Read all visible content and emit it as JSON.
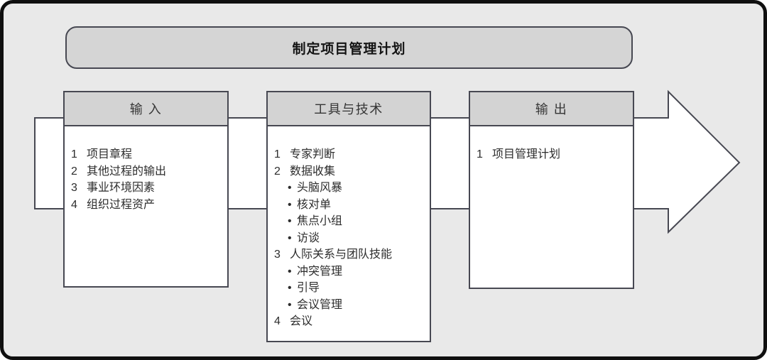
{
  "title": "制定项目管理计划",
  "columns": [
    {
      "id": "inputs",
      "header": "输 入",
      "items": [
        {
          "num": "1",
          "text": "项目章程"
        },
        {
          "num": "2",
          "text": "其他过程的输出"
        },
        {
          "num": "3",
          "text": "事业环境因素"
        },
        {
          "num": "4",
          "text": "组织过程资产"
        }
      ]
    },
    {
      "id": "tools",
      "header": "工具与技术",
      "items": [
        {
          "num": "1",
          "text": "专家判断"
        },
        {
          "num": "2",
          "text": "数据收集"
        },
        {
          "bullet": true,
          "text": "头脑风暴"
        },
        {
          "bullet": true,
          "text": "核对单"
        },
        {
          "bullet": true,
          "text": "焦点小组"
        },
        {
          "bullet": true,
          "text": "访谈"
        },
        {
          "num": "3",
          "text": "人际关系与团队技能"
        },
        {
          "bullet": true,
          "text": "冲突管理"
        },
        {
          "bullet": true,
          "text": "引导"
        },
        {
          "bullet": true,
          "text": "会议管理"
        },
        {
          "num": "4",
          "text": "会议"
        }
      ]
    },
    {
      "id": "outputs",
      "header": "输 出",
      "items": [
        {
          "num": "1",
          "text": "项目管理计划"
        }
      ]
    }
  ],
  "icons": {
    "flow_arrow": "right-arrow",
    "bullet": "•"
  },
  "colors": {
    "page_background": "#e9e9e9",
    "outer_frame": "#0f0f0f",
    "box_border": "#474852",
    "header_fill": "#d3d3d3",
    "title_fill": "#d5d5d5",
    "body_fill": "#ffffff",
    "text": "#2d2d2d"
  }
}
